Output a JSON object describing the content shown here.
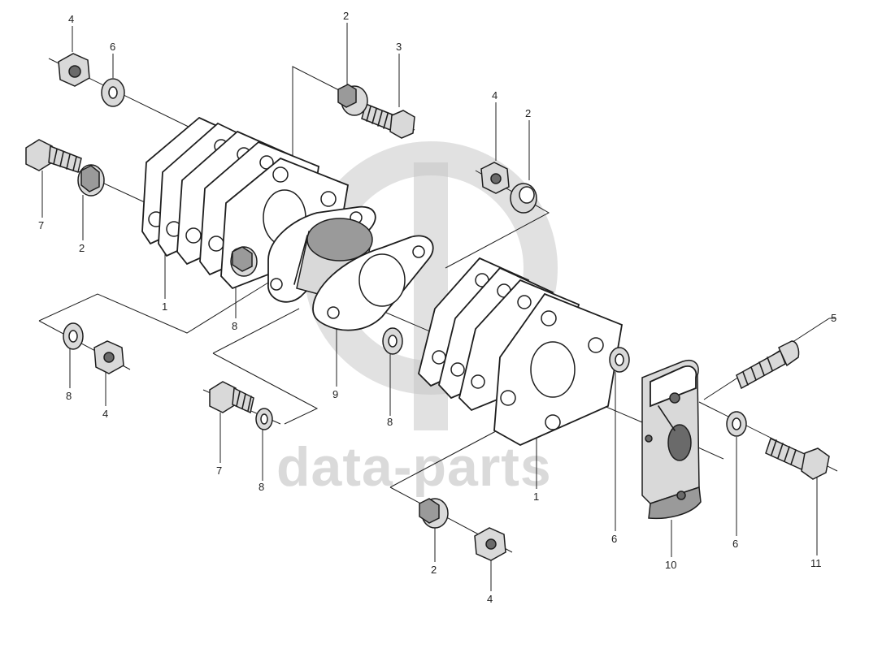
{
  "watermark": {
    "text": "data-parts"
  },
  "callouts": [
    {
      "id": "c-4a",
      "label": "4"
    },
    {
      "id": "c-6a",
      "label": "6"
    },
    {
      "id": "c-2a",
      "label": "2"
    },
    {
      "id": "c-3",
      "label": "3"
    },
    {
      "id": "c-4b",
      "label": "4"
    },
    {
      "id": "c-2b",
      "label": "2"
    },
    {
      "id": "c-7a",
      "label": "7"
    },
    {
      "id": "c-2c",
      "label": "2"
    },
    {
      "id": "c-1a",
      "label": "1"
    },
    {
      "id": "c-8a",
      "label": "8"
    },
    {
      "id": "c-5",
      "label": "5"
    },
    {
      "id": "c-8b",
      "label": "8"
    },
    {
      "id": "c-4c",
      "label": "4"
    },
    {
      "id": "c-9",
      "label": "9"
    },
    {
      "id": "c-8c",
      "label": "8"
    },
    {
      "id": "c-7b",
      "label": "7"
    },
    {
      "id": "c-8d",
      "label": "8"
    },
    {
      "id": "c-1b",
      "label": "1"
    },
    {
      "id": "c-6b",
      "label": "6"
    },
    {
      "id": "c-6c",
      "label": "6"
    },
    {
      "id": "c-11",
      "label": "11"
    },
    {
      "id": "c-10",
      "label": "10"
    },
    {
      "id": "c-2d",
      "label": "2"
    },
    {
      "id": "c-4d",
      "label": "4"
    }
  ]
}
